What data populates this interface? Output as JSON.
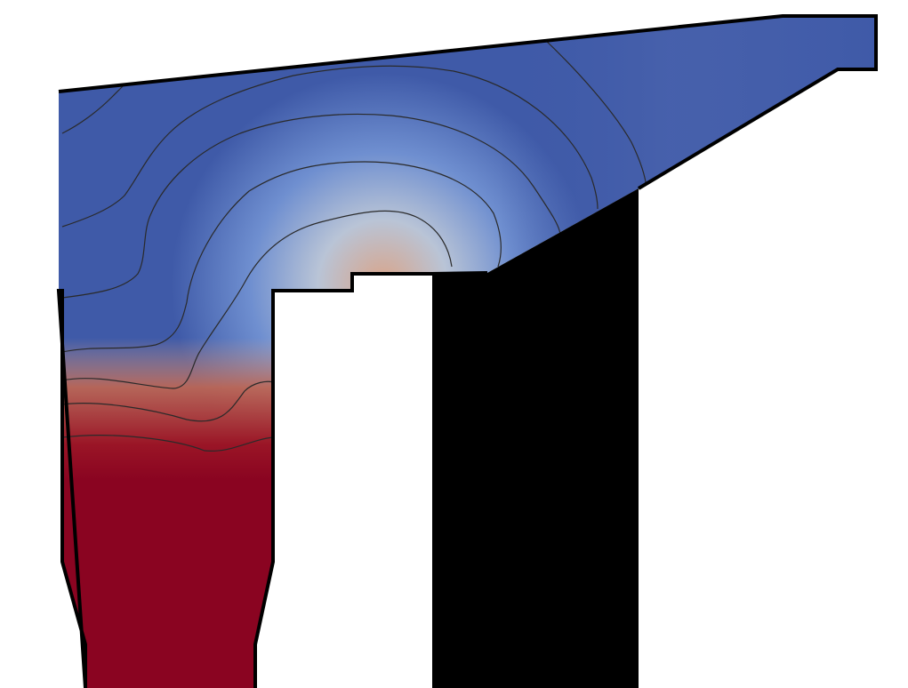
{
  "figure": {
    "kind": "filled contour plot on 2D cross-section geometry",
    "colormap": {
      "name": "cool-to-warm",
      "stops": [
        "#3f5aa8",
        "#6f8fd0",
        "#b9c4d6",
        "#d9a489",
        "#c26650",
        "#a01c25",
        "#8a0421"
      ]
    },
    "outline_color": "#000000",
    "solid_block_color": "#000000",
    "background": "#ffffff",
    "contour_line_color": "#2a2a2a",
    "contour_line_count": 9
  }
}
